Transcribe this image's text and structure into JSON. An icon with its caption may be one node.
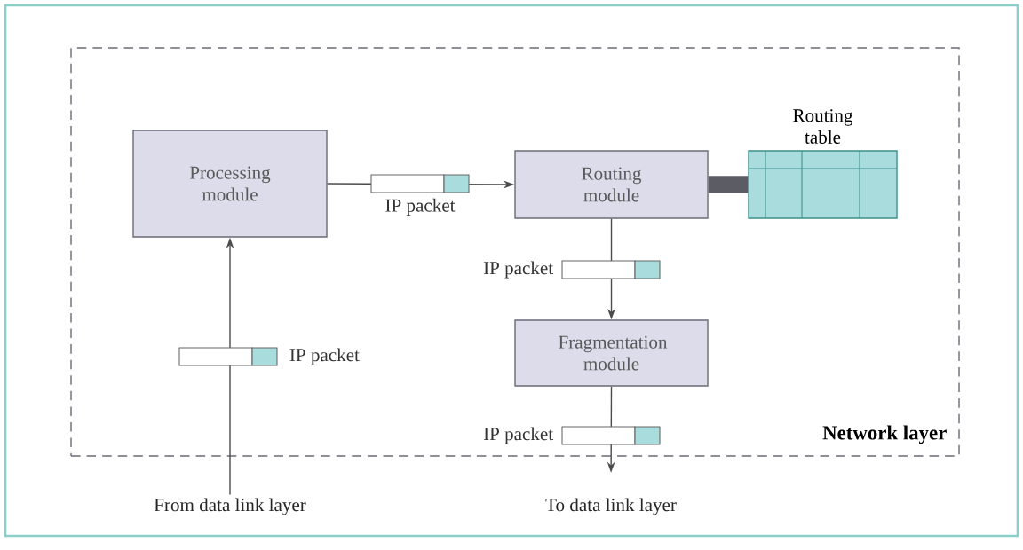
{
  "diagram": {
    "nodes": [
      {
        "text": [
          "Network layer"
        ]
      },
      {
        "text": [
          "Processing module"
        ],
        "in": 0
      },
      {
        "text": [
          "Routing module"
        ],
        "in": 0
      },
      {
        "text": [
          "Routing table"
        ],
        "in": 0
      },
      {
        "text": [
          "Fragmentation module"
        ],
        "in": 0
      },
      {
        "text": [
          "From data link layer"
        ]
      },
      {
        "text": [
          "To data link layer"
        ]
      }
    ],
    "edges": [
      {
        "from": 5,
        "to": 1,
        "arrow": "to",
        "label": "IP packet"
      },
      {
        "from": 1,
        "to": 2,
        "arrow": "to",
        "label": "IP packet"
      },
      {
        "from": 2,
        "to": 3,
        "arrow": "none",
        "style": "thick",
        "color": "#5c5c64"
      },
      {
        "from": 2,
        "to": 4,
        "arrow": "to",
        "label": "IP packet"
      },
      {
        "from": 4,
        "to": 6,
        "arrow": "to",
        "label": "IP packet"
      }
    ]
  }
}
